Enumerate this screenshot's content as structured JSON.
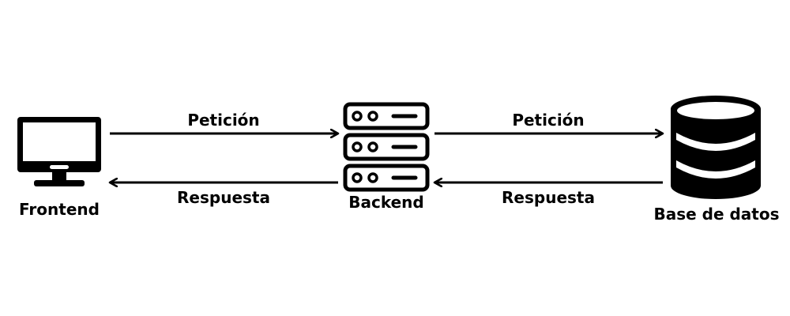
{
  "nodes": {
    "frontend": {
      "label": "Frontend",
      "icon": "monitor-icon"
    },
    "backend": {
      "label": "Backend",
      "icon": "server-icon"
    },
    "database": {
      "label": "Base de datos",
      "icon": "database-icon"
    }
  },
  "arrows": {
    "frontend_to_backend": {
      "label": "Petición"
    },
    "backend_to_frontend": {
      "label": "Respuesta"
    },
    "backend_to_database": {
      "label": "Petición"
    },
    "database_to_backend": {
      "label": "Respuesta"
    }
  },
  "colors": {
    "stroke": "#000000",
    "background": "#ffffff"
  }
}
